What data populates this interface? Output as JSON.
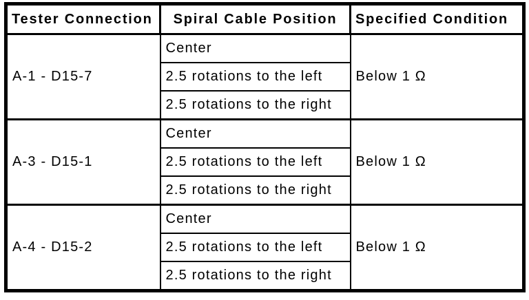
{
  "table": {
    "headers": {
      "tester_connection": "Tester Connection",
      "spiral_cable_position": "Spiral Cable Position",
      "specified_condition": "Specified Condition"
    },
    "groups": [
      {
        "tester_connection": "A-1 - D15-7",
        "positions": [
          "Center",
          "2.5 rotations to the left",
          "2.5 rotations to the right"
        ],
        "specified_condition": "Below 1 Ω"
      },
      {
        "tester_connection": "A-3 - D15-1",
        "positions": [
          "Center",
          "2.5 rotations to the left",
          "2.5 rotations to the right"
        ],
        "specified_condition": "Below 1 Ω"
      },
      {
        "tester_connection": "A-4 - D15-2",
        "positions": [
          "Center",
          "2.5 rotations to the left",
          "2.5 rotations to the right"
        ],
        "specified_condition": "Below 1 Ω"
      }
    ]
  },
  "colors": {
    "border": "#000000",
    "background": "#ffffff",
    "text": "#000000"
  }
}
